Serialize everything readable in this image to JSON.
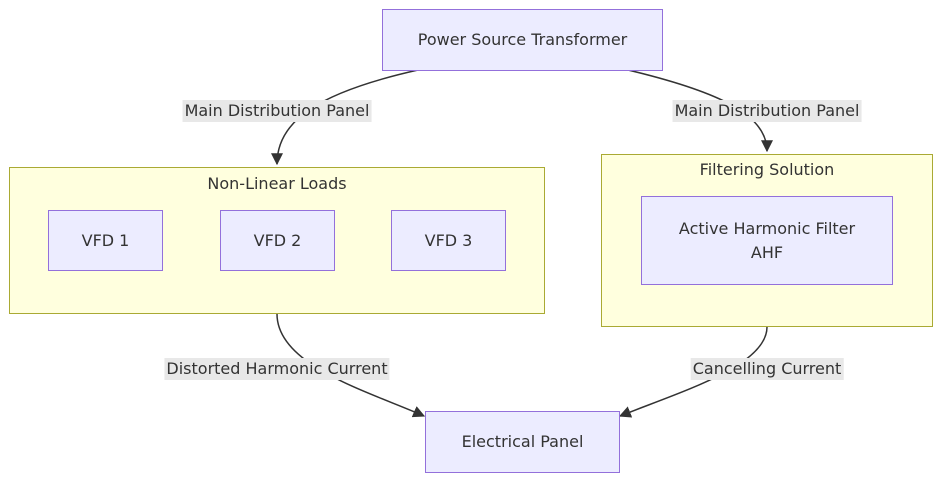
{
  "nodes": {
    "transformer": "Power Source Transformer",
    "vfd1": "VFD 1",
    "vfd2": "VFD 2",
    "vfd3": "VFD 3",
    "ahf_line1": "Active Harmonic Filter",
    "ahf_line2": "AHF",
    "electrical_panel": "Electrical Panel"
  },
  "clusters": {
    "loads": "Non-Linear Loads",
    "filtering": "Filtering Solution"
  },
  "edges": {
    "to_loads": "Main Distribution Panel",
    "to_filter": "Main Distribution Panel",
    "loads_to_panel": "Distorted Harmonic Current",
    "filter_to_panel": "Cancelling Current"
  },
  "colors": {
    "node_fill": "#ececff",
    "node_border": "#9370db",
    "cluster_fill": "#ffffde",
    "cluster_border": "#aaaa33",
    "edge": "#333333",
    "label_bg": "#e8e8e8"
  }
}
